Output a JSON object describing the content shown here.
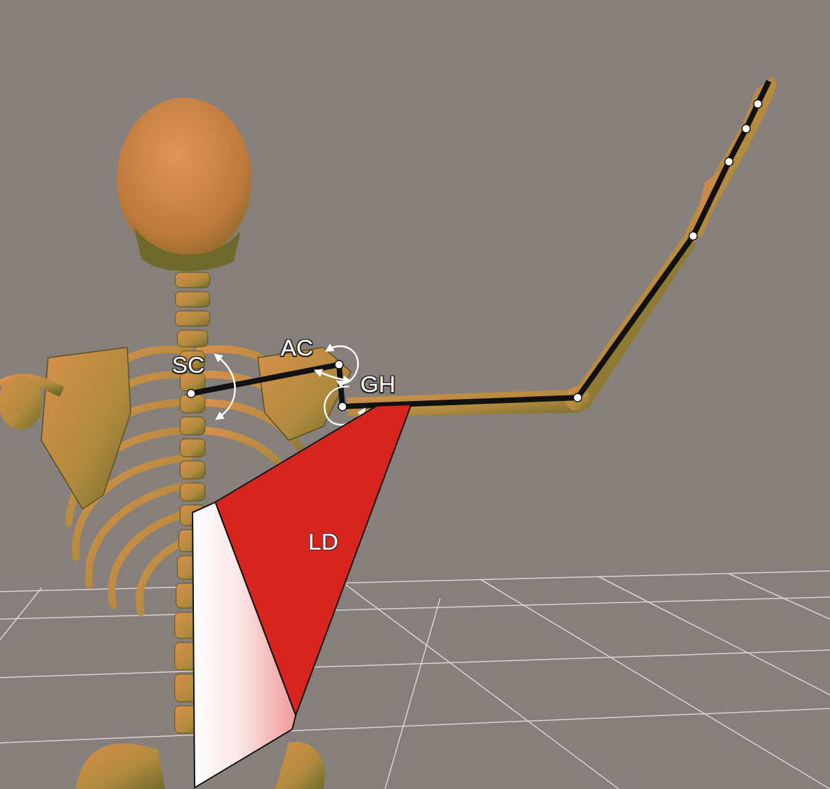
{
  "diagram": {
    "nodes": [
      {
        "text": [
          "LD"
        ]
      }
    ],
    "edges": [],
    "labels": [
      "SC",
      "AC",
      "GH"
    ]
  }
}
